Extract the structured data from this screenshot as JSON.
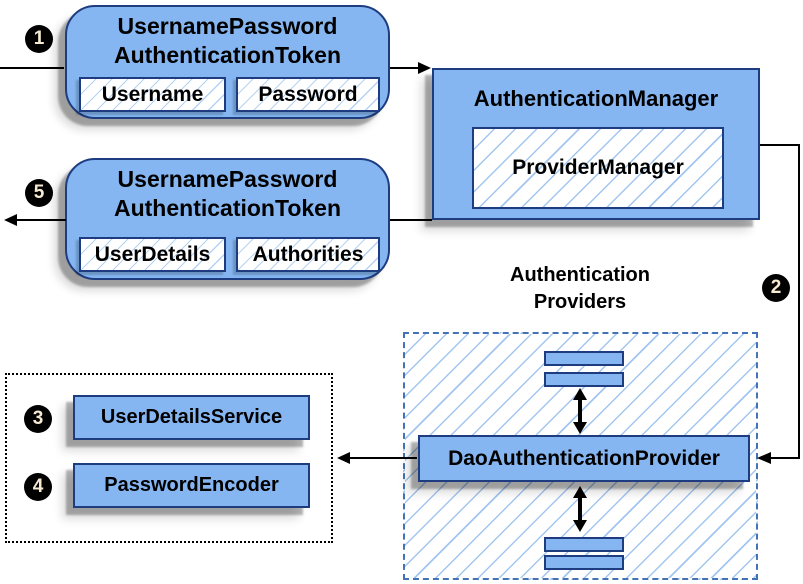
{
  "colors": {
    "node_fill": "#85b6f2",
    "node_border": "#1e3d80",
    "hatch_line": "#a3c6f0",
    "dashed_group_border": "#4372b5",
    "connector": "#000000",
    "badge_fill": "#000000",
    "badge_text": "#f6ead2"
  },
  "token_request": {
    "title_line1": "UsernamePassword",
    "title_line2": "AuthenticationToken",
    "field1": "Username",
    "field2": "Password"
  },
  "token_response": {
    "title_line1": "UsernamePassword",
    "title_line2": "AuthenticationToken",
    "field1": "UserDetails",
    "field2": "Authorities"
  },
  "authentication_manager": {
    "title": "AuthenticationManager",
    "provider": "ProviderManager"
  },
  "providers_group": {
    "label_line1": "Authentication",
    "label_line2": "Providers",
    "dao": "DaoAuthenticationProvider"
  },
  "services": {
    "user_details_service": "UserDetailsService",
    "password_encoder": "PasswordEncoder"
  },
  "steps": {
    "step1": "1",
    "step2": "2",
    "step3": "3",
    "step4": "4",
    "step5": "5"
  }
}
